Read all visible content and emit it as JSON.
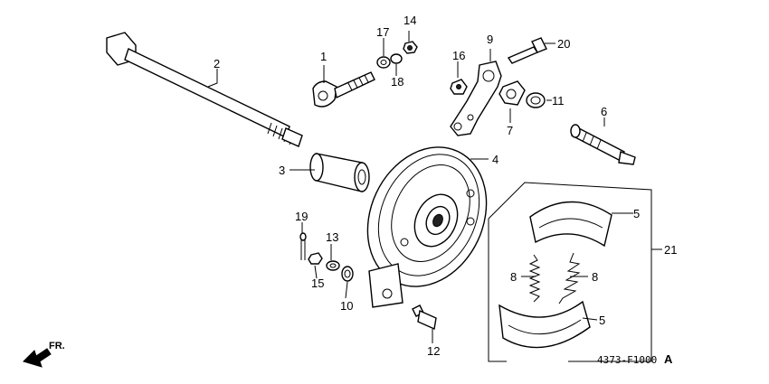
{
  "callouts": [
    {
      "label": "1"
    },
    {
      "label": "2"
    },
    {
      "label": "3"
    },
    {
      "label": "4"
    },
    {
      "label": "5"
    },
    {
      "label": "5"
    },
    {
      "label": "6"
    },
    {
      "label": "7"
    },
    {
      "label": "8"
    },
    {
      "label": "8"
    },
    {
      "label": "9"
    },
    {
      "label": "10"
    },
    {
      "label": "11"
    },
    {
      "label": "12"
    },
    {
      "label": "13"
    },
    {
      "label": "14"
    },
    {
      "label": "15"
    },
    {
      "label": "16"
    },
    {
      "label": "17"
    },
    {
      "label": "18"
    },
    {
      "label": "19"
    },
    {
      "label": "20"
    },
    {
      "label": "21"
    }
  ],
  "direction_label": "FR.",
  "diagram_code": "4373-F1000",
  "diagram_suffix": "A"
}
